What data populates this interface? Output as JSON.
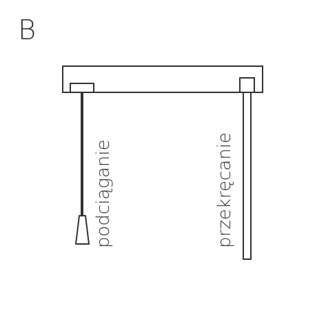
{
  "panel_letter": "B",
  "labels": {
    "pull_cord": "podciąganie",
    "twist_wand": "przekręcanie"
  },
  "colors": {
    "stroke": "#333333",
    "background": "#ffffff"
  }
}
